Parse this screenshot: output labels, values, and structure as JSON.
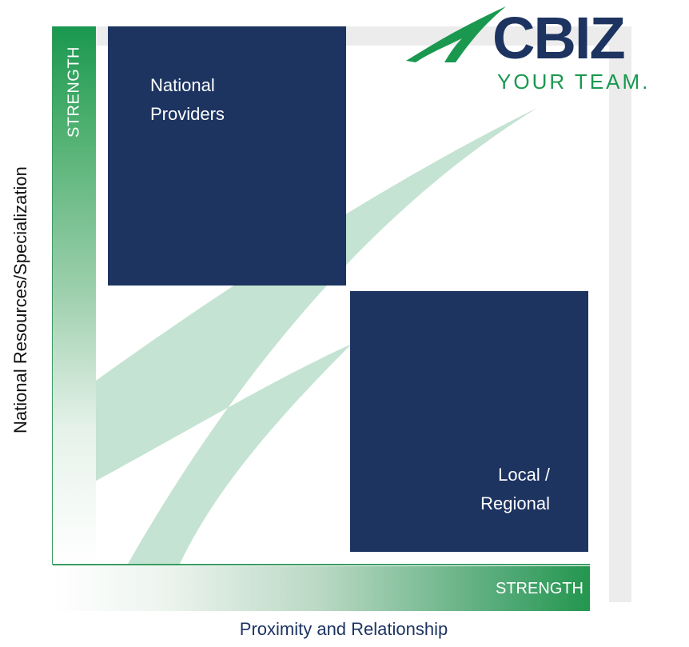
{
  "diagram": {
    "vertical_strength_label": "STRENGTH",
    "horizontal_strength_label": "STRENGTH",
    "y_axis_label": "National Resources/Specialization",
    "x_axis_label": "Proximity and Relationship",
    "boxes": {
      "top_left": "National\nProviders",
      "bottom_right": "Local /\nRegional"
    }
  },
  "logo": {
    "wordmark": "CBIZ",
    "tagline": "YOUR TEAM."
  },
  "colors": {
    "navy": "#1d3461",
    "green": "#1a9850",
    "light_green": "#c4e3d2",
    "frame_gray": "#ececec"
  }
}
